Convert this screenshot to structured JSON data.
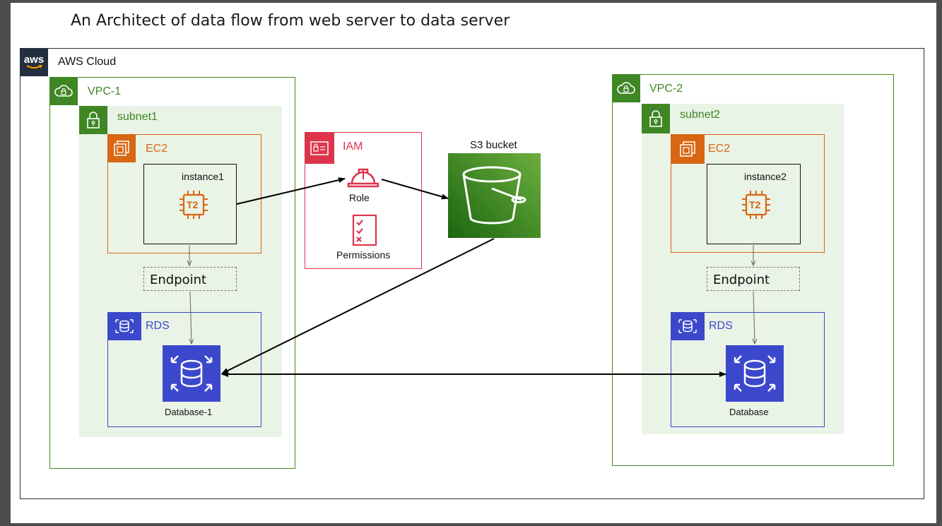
{
  "title": "An Architect of data flow from web server to data server",
  "cloud": {
    "label": "AWS Cloud",
    "logo_text": "aws"
  },
  "vpc1": {
    "label": "VPC-1",
    "subnet": "subnet1",
    "ec2": "EC2",
    "instance": "instance1",
    "chip": "T2",
    "endpoint": "Endpoint",
    "rds": "RDS",
    "database": "Database-1"
  },
  "vpc2": {
    "label": "VPC-2",
    "subnet": "subnet2",
    "ec2": "EC2",
    "instance": "instance2",
    "chip": "T2",
    "endpoint": "Endpoint",
    "rds": "RDS",
    "database": "Database"
  },
  "iam": {
    "label": "IAM",
    "role": "Role",
    "permissions": "Permissions"
  },
  "s3": {
    "label": "S3 bucket"
  },
  "colors": {
    "vpc": "#3f8624",
    "subnet_fill": "#e9f3e6",
    "ec2": "#d86613",
    "rds": "#3b48cc",
    "iam": "#dd344c",
    "s3_dark": "#1b660f",
    "s3_light": "#6cae3e",
    "aws_dark": "#232f3e"
  }
}
